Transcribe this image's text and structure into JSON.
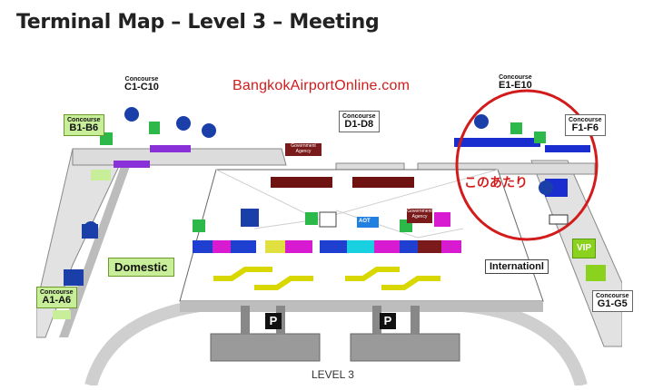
{
  "page": {
    "title": "Terminal Map – Level 3 – Meeting"
  },
  "map": {
    "watermark": "BangkokAirportOnline.com",
    "level_label": "LEVEL 3",
    "annotation_jp": "このあたり",
    "zones": {
      "domestic": "Domestic",
      "international": "Internationl"
    },
    "concourse_caption": "Concourse",
    "concourses": {
      "a": "A1-A6",
      "b": "B1-B6",
      "c": "C1-C10",
      "d": "D1-D8",
      "e": "E1-E10",
      "f": "F1-F6",
      "g": "G1-G5"
    },
    "agency_label": "Government Agency",
    "aot_label": "AOT",
    "vip_label": "VIP",
    "parking_label": "P",
    "colors": {
      "highlight_circle": "#d21c1c",
      "domestic_zone": "#c8ee9a",
      "walkway": "#8a8a8a",
      "info_icon": "#1a3fa8",
      "restroom": "#2db84a",
      "government_agency": "#7a1a1a",
      "vip": "#8ad21e"
    }
  }
}
